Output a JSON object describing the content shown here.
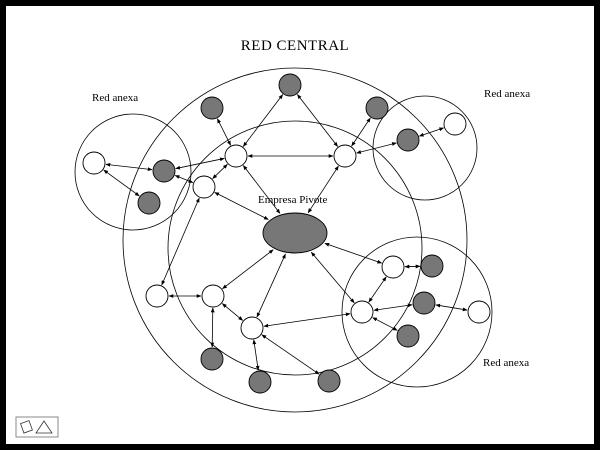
{
  "diagram": {
    "title": "RED CENTRAL",
    "center_label": "Empresa Pivote",
    "annex_labels": [
      "Red anexa",
      "Red anexa",
      "Red anexa"
    ],
    "colors": {
      "frame": "#000000",
      "background": "#ffffff",
      "dark_node": "#777777",
      "open_node": "#ffffff",
      "line": "#000000"
    },
    "icon": "slide-toolbar-icon"
  }
}
